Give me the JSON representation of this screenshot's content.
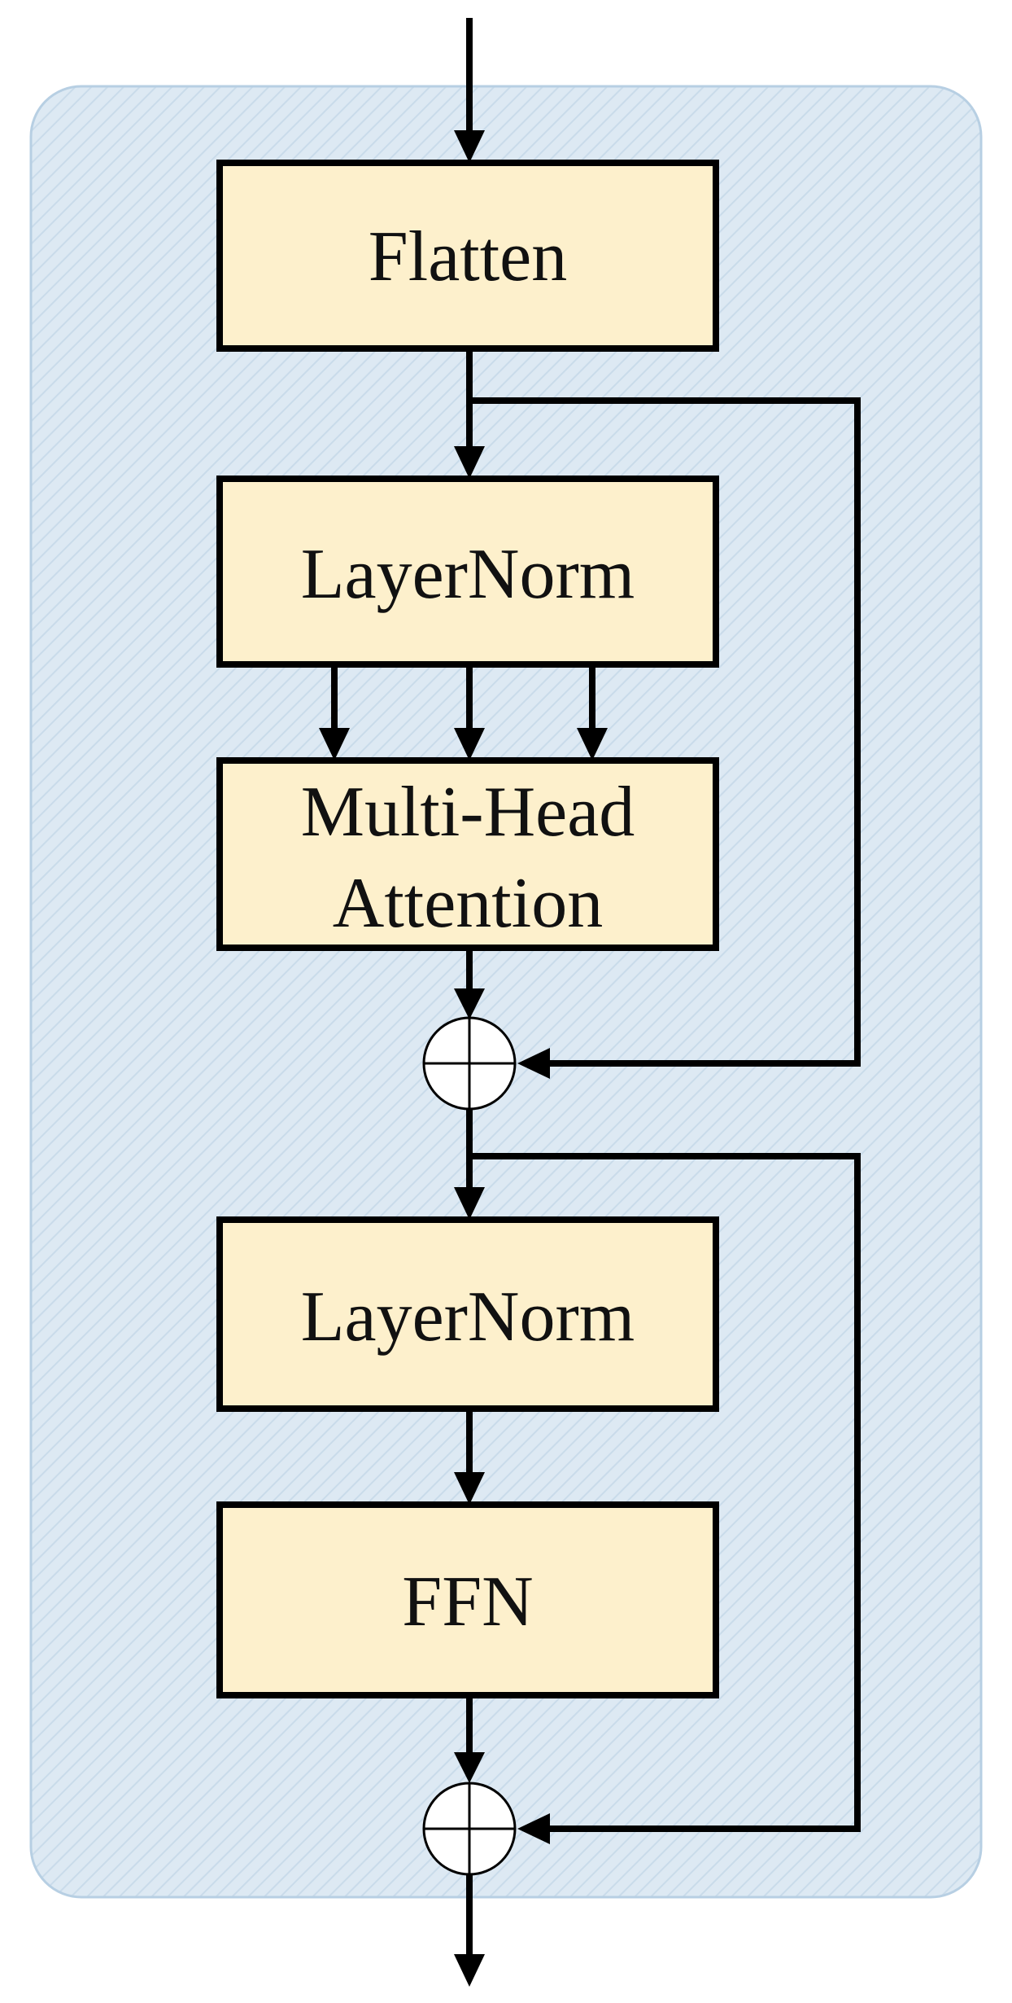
{
  "diagram": {
    "blocks": {
      "flatten": "Flatten",
      "layernorm_1": "LayerNorm",
      "mha_line1": "Multi-Head",
      "mha_line2": "Attention",
      "layernorm_2": "LayerNorm",
      "ffn": "FFN"
    },
    "colors": {
      "container_fill": "#dde9f3",
      "container_border": "#b7cfe3",
      "hatch": "#c9dbea",
      "block_fill": "#fdf0cc",
      "block_border": "#000000",
      "arrow": "#000000",
      "adder_fill": "#ffffff"
    }
  }
}
